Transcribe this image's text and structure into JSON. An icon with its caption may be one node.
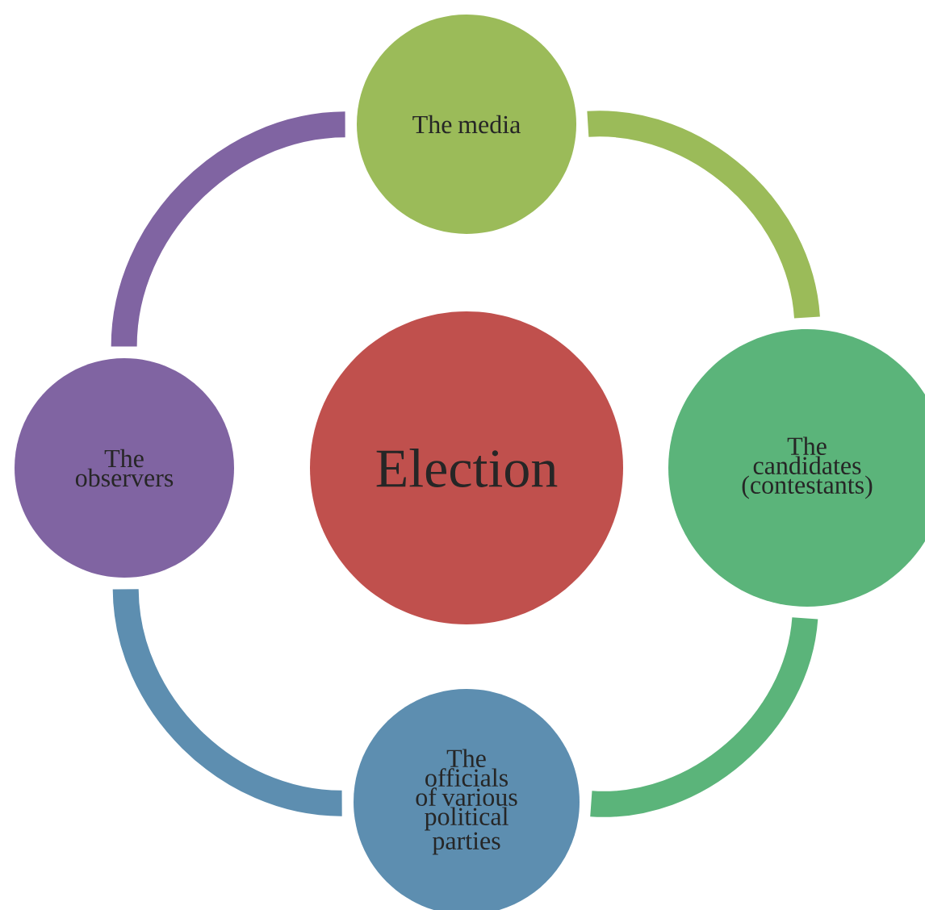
{
  "diagram": {
    "nodes": [
      {
        "text": [
          "Election"
        ]
      },
      {
        "text": [
          "The media"
        ]
      },
      {
        "text": [
          "The candidates (contestants)"
        ]
      },
      {
        "text": [
          "The officials of various political parties"
        ]
      },
      {
        "text": [
          "The observers"
        ]
      }
    ],
    "edges": [
      {
        "from": 1,
        "to": 2,
        "arrow": "none",
        "color": "#9bbb59"
      },
      {
        "from": 2,
        "to": 3,
        "arrow": "none",
        "color": "#5bb47a"
      },
      {
        "from": 3,
        "to": 4,
        "arrow": "none",
        "color": "#5d8eb0"
      },
      {
        "from": 4,
        "to": 1,
        "arrow": "none",
        "color": "#8064a2"
      }
    ]
  }
}
